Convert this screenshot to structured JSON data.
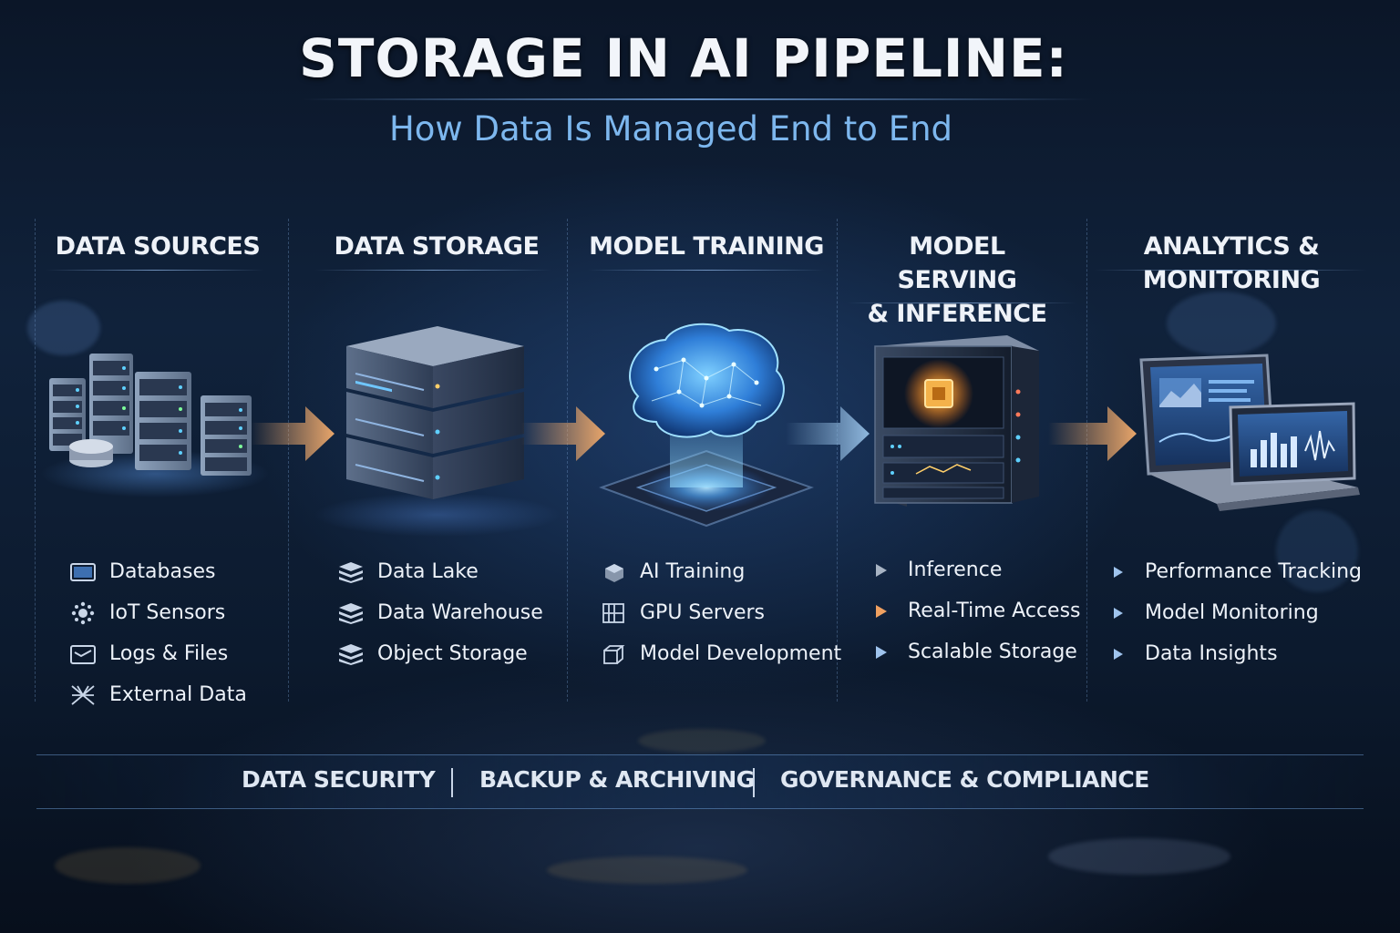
{
  "title": "STORAGE IN AI PIPELINE:",
  "subtitle": "How Data Is Managed End to End",
  "columns": [
    {
      "heading": "DATA SOURCES",
      "items": [
        {
          "label": "Databases",
          "icon": "monitor-icon"
        },
        {
          "label": "IoT Sensors",
          "icon": "sensor-icon"
        },
        {
          "label": "Logs & Files",
          "icon": "folder-icon"
        },
        {
          "label": "External Data",
          "icon": "network-icon"
        }
      ]
    },
    {
      "heading": "DATA STORAGE",
      "items": [
        {
          "label": "Data Lake",
          "icon": "layers-icon"
        },
        {
          "label": "Data Warehouse",
          "icon": "layers-icon"
        },
        {
          "label": "Object Storage",
          "icon": "layers-icon"
        }
      ]
    },
    {
      "heading": "MODEL TRAINING",
      "items": [
        {
          "label": "AI Training",
          "icon": "cube-icon"
        },
        {
          "label": "GPU Servers",
          "icon": "server-rack-icon"
        },
        {
          "label": "Model Development",
          "icon": "box-icon"
        }
      ]
    },
    {
      "heading_line1": "MODEL SERVING",
      "heading_line2": "& INFERENCE",
      "items": [
        {
          "label": "Inference",
          "icon": "play-triangle-icon"
        },
        {
          "label": "Real-Time Access",
          "icon": "play-triangle-icon"
        },
        {
          "label": "Scalable Storage",
          "icon": "play-triangle-icon"
        }
      ]
    },
    {
      "heading": "ANALYTICS & MONITORING",
      "items": [
        {
          "label": "Performance Tracking",
          "icon": "play-triangle-icon"
        },
        {
          "label": "Model Monitoring",
          "icon": "play-triangle-icon"
        },
        {
          "label": "Data Insights",
          "icon": "play-triangle-icon"
        }
      ]
    }
  ],
  "footer": {
    "items": [
      "DATA SECURITY",
      "BACKUP & ARCHIVING",
      "GOVERNANCE & COMPLIANCE"
    ]
  },
  "colors": {
    "background": "#0c1a2e",
    "subtitle": "#7db7ee",
    "arrow_orange": "#e8a56a",
    "arrow_blue": "#8fb8de",
    "triangle_orange": "#f0a060",
    "triangle_blue": "#9fc4ee"
  }
}
